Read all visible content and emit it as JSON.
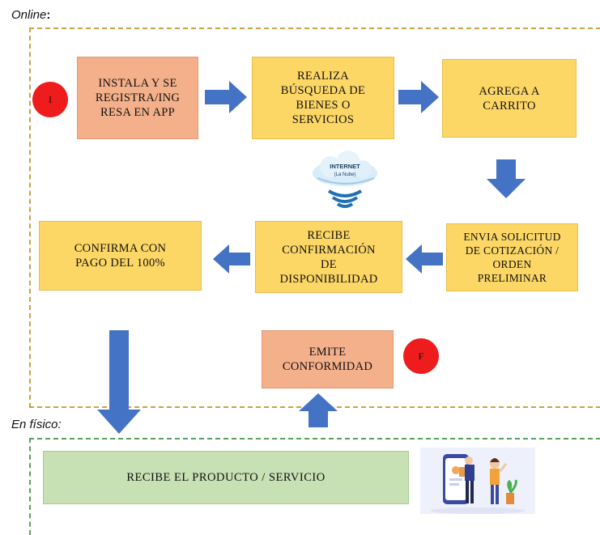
{
  "sections": {
    "online": "Online",
    "online_colon": ":",
    "fisico": "En físico:"
  },
  "markers": {
    "start": "I",
    "end": "F"
  },
  "steps": {
    "instala": "INSTALA Y SE\nREGISTRA/ING\nRESA EN APP",
    "busqueda": "REALIZA\nBÚSQUEDA DE\nBIENES O\nSERVICIOS",
    "carrito": "AGREGA A\nCARRITO",
    "solicitud": "ENVIA SOLICITUD\nDE COTIZACIÓN /\nORDEN\nPRELIMINAR",
    "confirmacion": "RECIBE\nCONFIRMACIÓN\nDE\nDISPONIBILIDAD",
    "pago": "CONFIRMA CON\nPAGO DEL 100%",
    "conformidad": "EMITE\nCONFORMIDAD",
    "producto": "RECIBE EL PRODUCTO / SERVICIO"
  },
  "cloud": {
    "title": "INTERNET",
    "subtitle": "(La Nube)"
  },
  "colors": {
    "salmon": "#f4b08a",
    "yellow": "#fdd766",
    "green": "#c7e0b4",
    "arrow": "#4472c4",
    "marker": "#ee1c1c"
  }
}
